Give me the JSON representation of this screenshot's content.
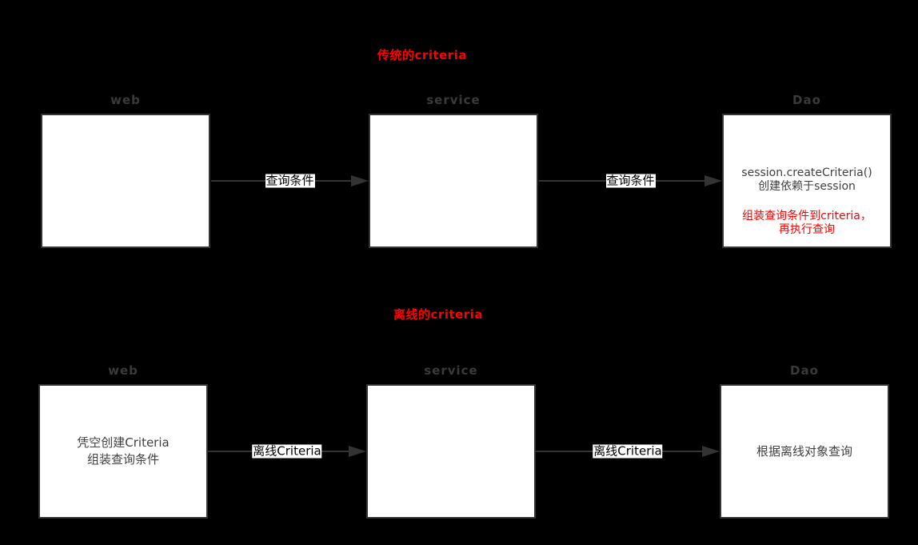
{
  "diagram": {
    "background": "#000000",
    "colors": {
      "accent_red": "#ff0000",
      "box_fill": "#ffffff",
      "box_border": "#333333",
      "lane_label_gray": "#3a3a3a",
      "arrow": "#333333",
      "box_text": "#404040",
      "arrow_label_text": "#000000",
      "arrow_label_bg": "#ffffff"
    },
    "sections": [
      {
        "title": "传统的criteria",
        "columns": [
          {
            "label": "web"
          },
          {
            "label": "service"
          },
          {
            "label": "Dao",
            "paragraphs": [
              {
                "lines": [
                  "session.createCriteria()",
                  "创建依赖于session"
                ]
              },
              {
                "lines": [
                  "组装查询条件到criteria，",
                  "再执行查询"
                ]
              }
            ]
          }
        ],
        "arrows": [
          {
            "label": "查询条件"
          },
          {
            "label": "查询条件"
          }
        ]
      },
      {
        "title": "离线的criteria",
        "columns": [
          {
            "label": "web",
            "paragraphs": [
              {
                "lines": [
                  "凭空创建Criteria",
                  "组装查询条件"
                ]
              }
            ]
          },
          {
            "label": "service"
          },
          {
            "label": "Dao",
            "paragraphs": [
              {
                "lines": [
                  "根据离线对象查询"
                ]
              }
            ]
          }
        ],
        "arrows": [
          {
            "label": "离线Criteria"
          },
          {
            "label": "离线Criteria"
          }
        ]
      }
    ]
  }
}
